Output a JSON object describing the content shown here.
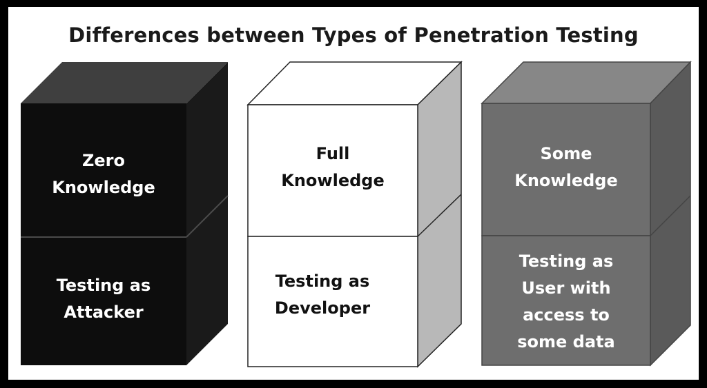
{
  "title": "Differences between Types of Penetration Testing",
  "columns": [
    {
      "knowledge_lines": [
        "Zero",
        "Knowledge"
      ],
      "testing_lines": [
        "Testing as",
        "Attacker"
      ],
      "front_color": "#0d0d0d",
      "top_color": "#3f3f3f",
      "side_color": "#1a1a1a",
      "text_color": "#ffffff"
    },
    {
      "knowledge_lines": [
        "Full",
        "Knowledge"
      ],
      "testing_lines": [
        "Testing as",
        "Developer"
      ],
      "front_color": "#ffffff",
      "top_color": "#ffffff",
      "side_color": "#b8b8b8",
      "text_color": "#111111"
    },
    {
      "knowledge_lines": [
        "Some",
        "Knowledge"
      ],
      "testing_lines": [
        "Testing as",
        "User with",
        "access to",
        "some data"
      ],
      "front_color": "#6e6e6e",
      "top_color": "#878787",
      "side_color": "#5a5a5a",
      "text_color": "#ffffff"
    }
  ]
}
